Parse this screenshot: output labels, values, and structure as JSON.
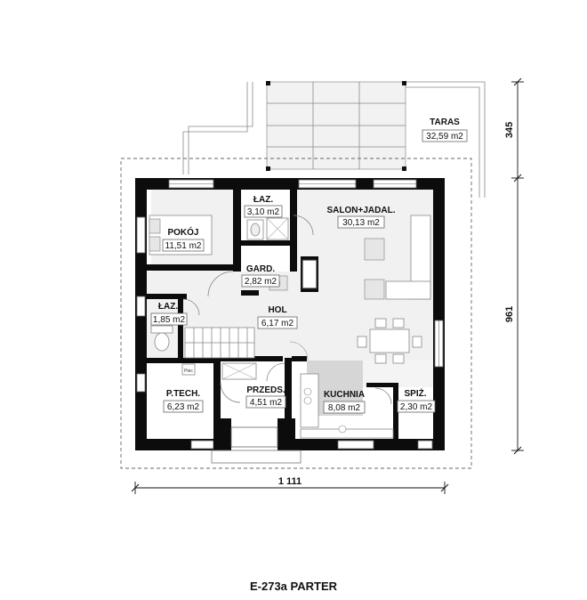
{
  "title": "E-273a PARTER",
  "rooms": {
    "taras": {
      "name": "TARAS",
      "area": "32,59 m2"
    },
    "salon": {
      "name": "SALON+JADAL.",
      "area": "30,13 m2"
    },
    "lazienka_top": {
      "name": "ŁAZ.",
      "area": "3,10 m2"
    },
    "pokoj": {
      "name": "POKÓJ",
      "area": "11,51 m2"
    },
    "gard": {
      "name": "GARD.",
      "area": "2,82 m2"
    },
    "lazienka_small": {
      "name": "ŁAZ.",
      "area": "1,85 m2"
    },
    "hol": {
      "name": "HOL",
      "area": "6,17 m2"
    },
    "ptech": {
      "name": "P.TECH.",
      "area": "6,23 m2"
    },
    "przeds": {
      "name": "PRZEDS.",
      "area": "4,51 m2"
    },
    "kuchnia": {
      "name": "KUCHNIA",
      "area": "8,08 m2"
    },
    "spiz": {
      "name": "SPIŻ.",
      "area": "2,30 m2"
    }
  },
  "dimensions": {
    "width": "1 111",
    "depth": "961",
    "terrace_depth": "345"
  },
  "appliance_label": "Piec"
}
